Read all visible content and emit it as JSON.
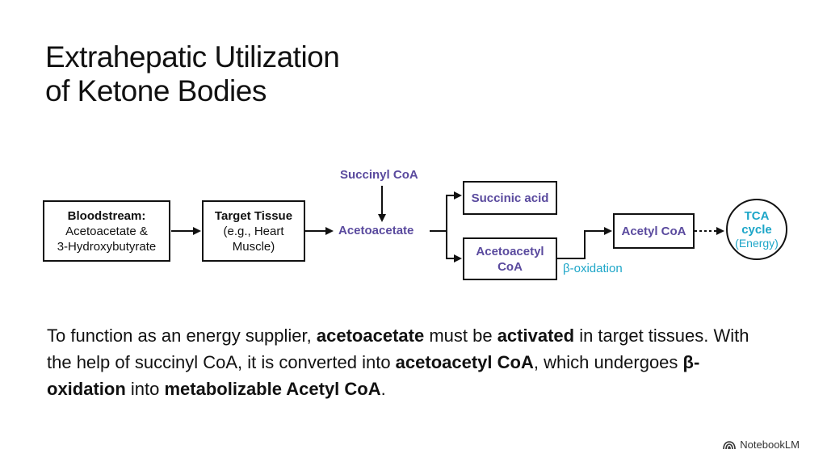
{
  "title": {
    "line1": "Extrahepatic Utilization",
    "line2": "of Ketone Bodies"
  },
  "diagram": {
    "bloodstream": {
      "heading": "Bloodstream:",
      "line1": "Acetoacetate &",
      "line2": "3-Hydroxybutyrate"
    },
    "target_tissue": {
      "heading": "Target Tissue",
      "line1": "(e.g., Heart",
      "line2": "Muscle)"
    },
    "acetoacetate": "Acetoacetate",
    "succinyl_coa": "Succinyl CoA",
    "succinic_acid": "Succinic acid",
    "acetoacetyl_coa": {
      "line1": "Acetoacetyl",
      "line2": "CoA"
    },
    "beta_oxidation": "β-oxidation",
    "acetyl_coa": "Acetyl CoA",
    "tca": {
      "line1": "TCA",
      "line2": "cycle",
      "line3": "(Energy)"
    },
    "colors": {
      "purple": "#5a4a9e",
      "teal": "#1da6c8"
    }
  },
  "body": {
    "s1": "To function as an energy supplier, ",
    "s1_bold": "acetoacetate",
    "s2": " must be ",
    "s2_bold": "activated",
    "s3": " in target tissues. With the help of succinyl CoA, it is converted into ",
    "s3_bold": "acetoacetyl CoA",
    "s4": ", which undergoes ",
    "s4_bold": "β-oxidation",
    "s5": " into ",
    "s5_bold": "metabolizable Acetyl CoA",
    "s6": "."
  },
  "brand": {
    "name": "NotebookLM",
    "icon": "notebooklm-logo-icon"
  }
}
